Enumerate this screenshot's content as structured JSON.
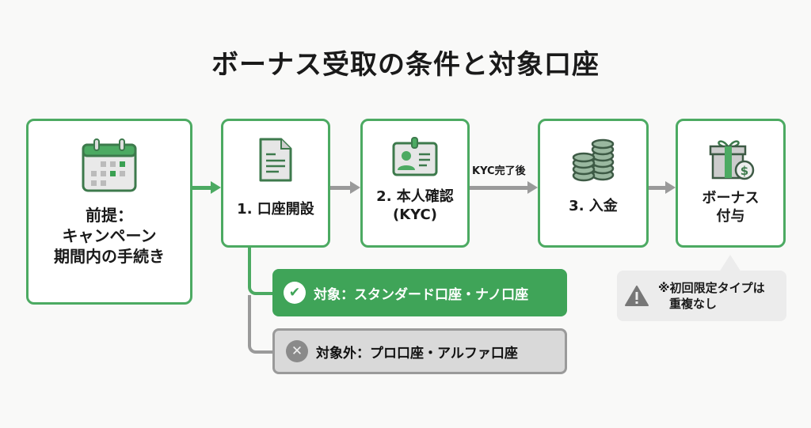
{
  "title": "ボーナス受取の条件と対象口座",
  "steps": [
    {
      "icon": "calendar-icon",
      "label_lines": [
        "前提：",
        "キャンペーン",
        "期間内の手続き"
      ]
    },
    {
      "icon": "document-icon",
      "label_lines": [
        "1. 口座開設"
      ]
    },
    {
      "icon": "id-card-icon",
      "label_lines": [
        "2. 本人確認",
        "(KYC)"
      ]
    },
    {
      "icon": "coins-icon",
      "label_lines": [
        "3. 入金"
      ]
    },
    {
      "icon": "gift-icon",
      "label_lines": [
        "ボーナス",
        "付与"
      ]
    }
  ],
  "arrow_label": "KYC完了後",
  "eligible": "対象：スタンダード口座・ナノ口座",
  "ineligible": "対象外：プロ口座・アルファ口座",
  "note_lines": [
    "※初回限定タイプは",
    "重複なし"
  ],
  "colors": {
    "green": "#4caa62",
    "gray": "#9a9a9a"
  }
}
